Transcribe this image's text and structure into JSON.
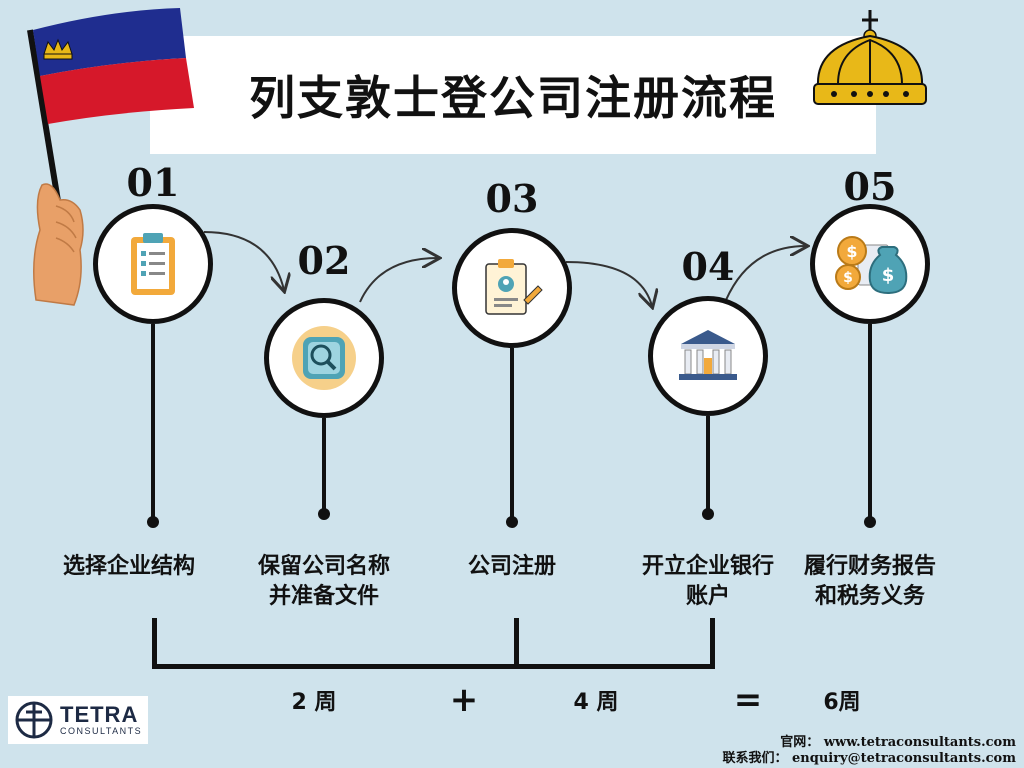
{
  "title": "列支敦士登公司注册流程",
  "steps": [
    {
      "number": "01",
      "label_line1": "选择企业结构",
      "label_line2": "",
      "icon": "clipboard-checklist-icon"
    },
    {
      "number": "02",
      "label_line1": "保留公司名称",
      "label_line2": "并准备文件",
      "icon": "magnifier-icon"
    },
    {
      "number": "03",
      "label_line1": "公司注册",
      "label_line2": "",
      "icon": "registration-form-icon"
    },
    {
      "number": "04",
      "label_line1": "开立企业银行",
      "label_line2": "账户",
      "icon": "bank-building-icon"
    },
    {
      "number": "05",
      "label_line1": "履行财务报告",
      "label_line2": "和税务义务",
      "icon": "money-bag-icon"
    }
  ],
  "timeline": {
    "first_duration": "2 周",
    "plus": "+",
    "second_duration": "4 周",
    "equals": "=",
    "total": "6周"
  },
  "brand": {
    "name": "TETRA",
    "tagline": "CONSULTANTS"
  },
  "contact": {
    "website_line": "官网：  www.tetraconsultants.com",
    "email_line": "联系我们：  enquiry@tetraconsultants.com"
  },
  "colors": {
    "background": "#cfe3ec",
    "flag_blue": "#1f2d8f",
    "flag_red": "#d6182a",
    "crown_gold": "#e8b818",
    "icon_orange": "#f2a93b",
    "icon_teal": "#4fa3b5"
  }
}
